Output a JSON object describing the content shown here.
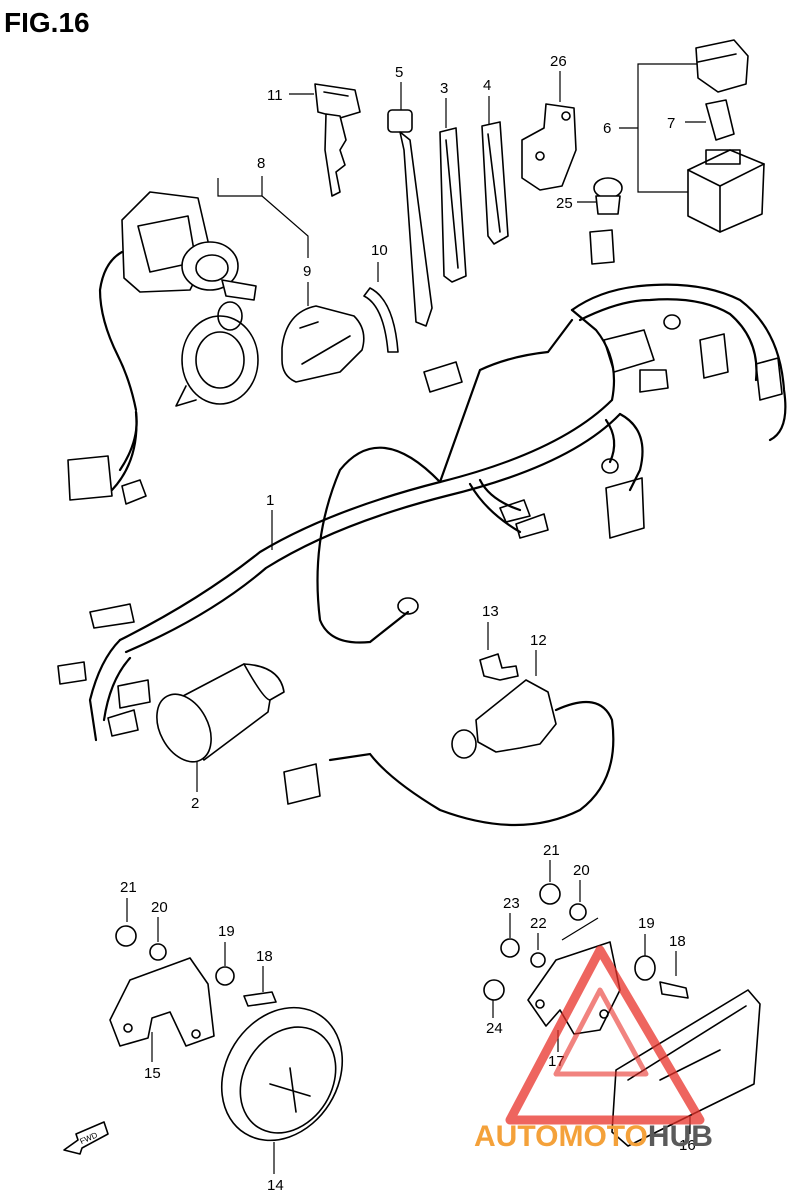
{
  "figure": {
    "title": "FIG.16"
  },
  "callouts": {
    "c1": "1",
    "c2": "2",
    "c3": "3",
    "c4": "4",
    "c5": "5",
    "c6": "6",
    "c7": "7",
    "c8": "8",
    "c9": "9",
    "c10": "10",
    "c11": "11",
    "c12": "12",
    "c13": "13",
    "c14": "14",
    "c15": "15",
    "c16": "16",
    "c17": "17",
    "c18a": "18",
    "c18b": "18",
    "c19a": "19",
    "c19b": "19",
    "c20a": "20",
    "c20b": "20",
    "c21a": "21",
    "c21b": "21",
    "c22": "22",
    "c23": "23",
    "c24": "24",
    "c25": "25",
    "c26": "26"
  },
  "badges": {
    "fwd": "FWD"
  },
  "watermark": {
    "part1": "AUTOMOTO",
    "part2": "HUB",
    "color_primary": "#f4a13a",
    "color_secondary": "#5a5a5a",
    "triangle_color": "#e8312a"
  }
}
